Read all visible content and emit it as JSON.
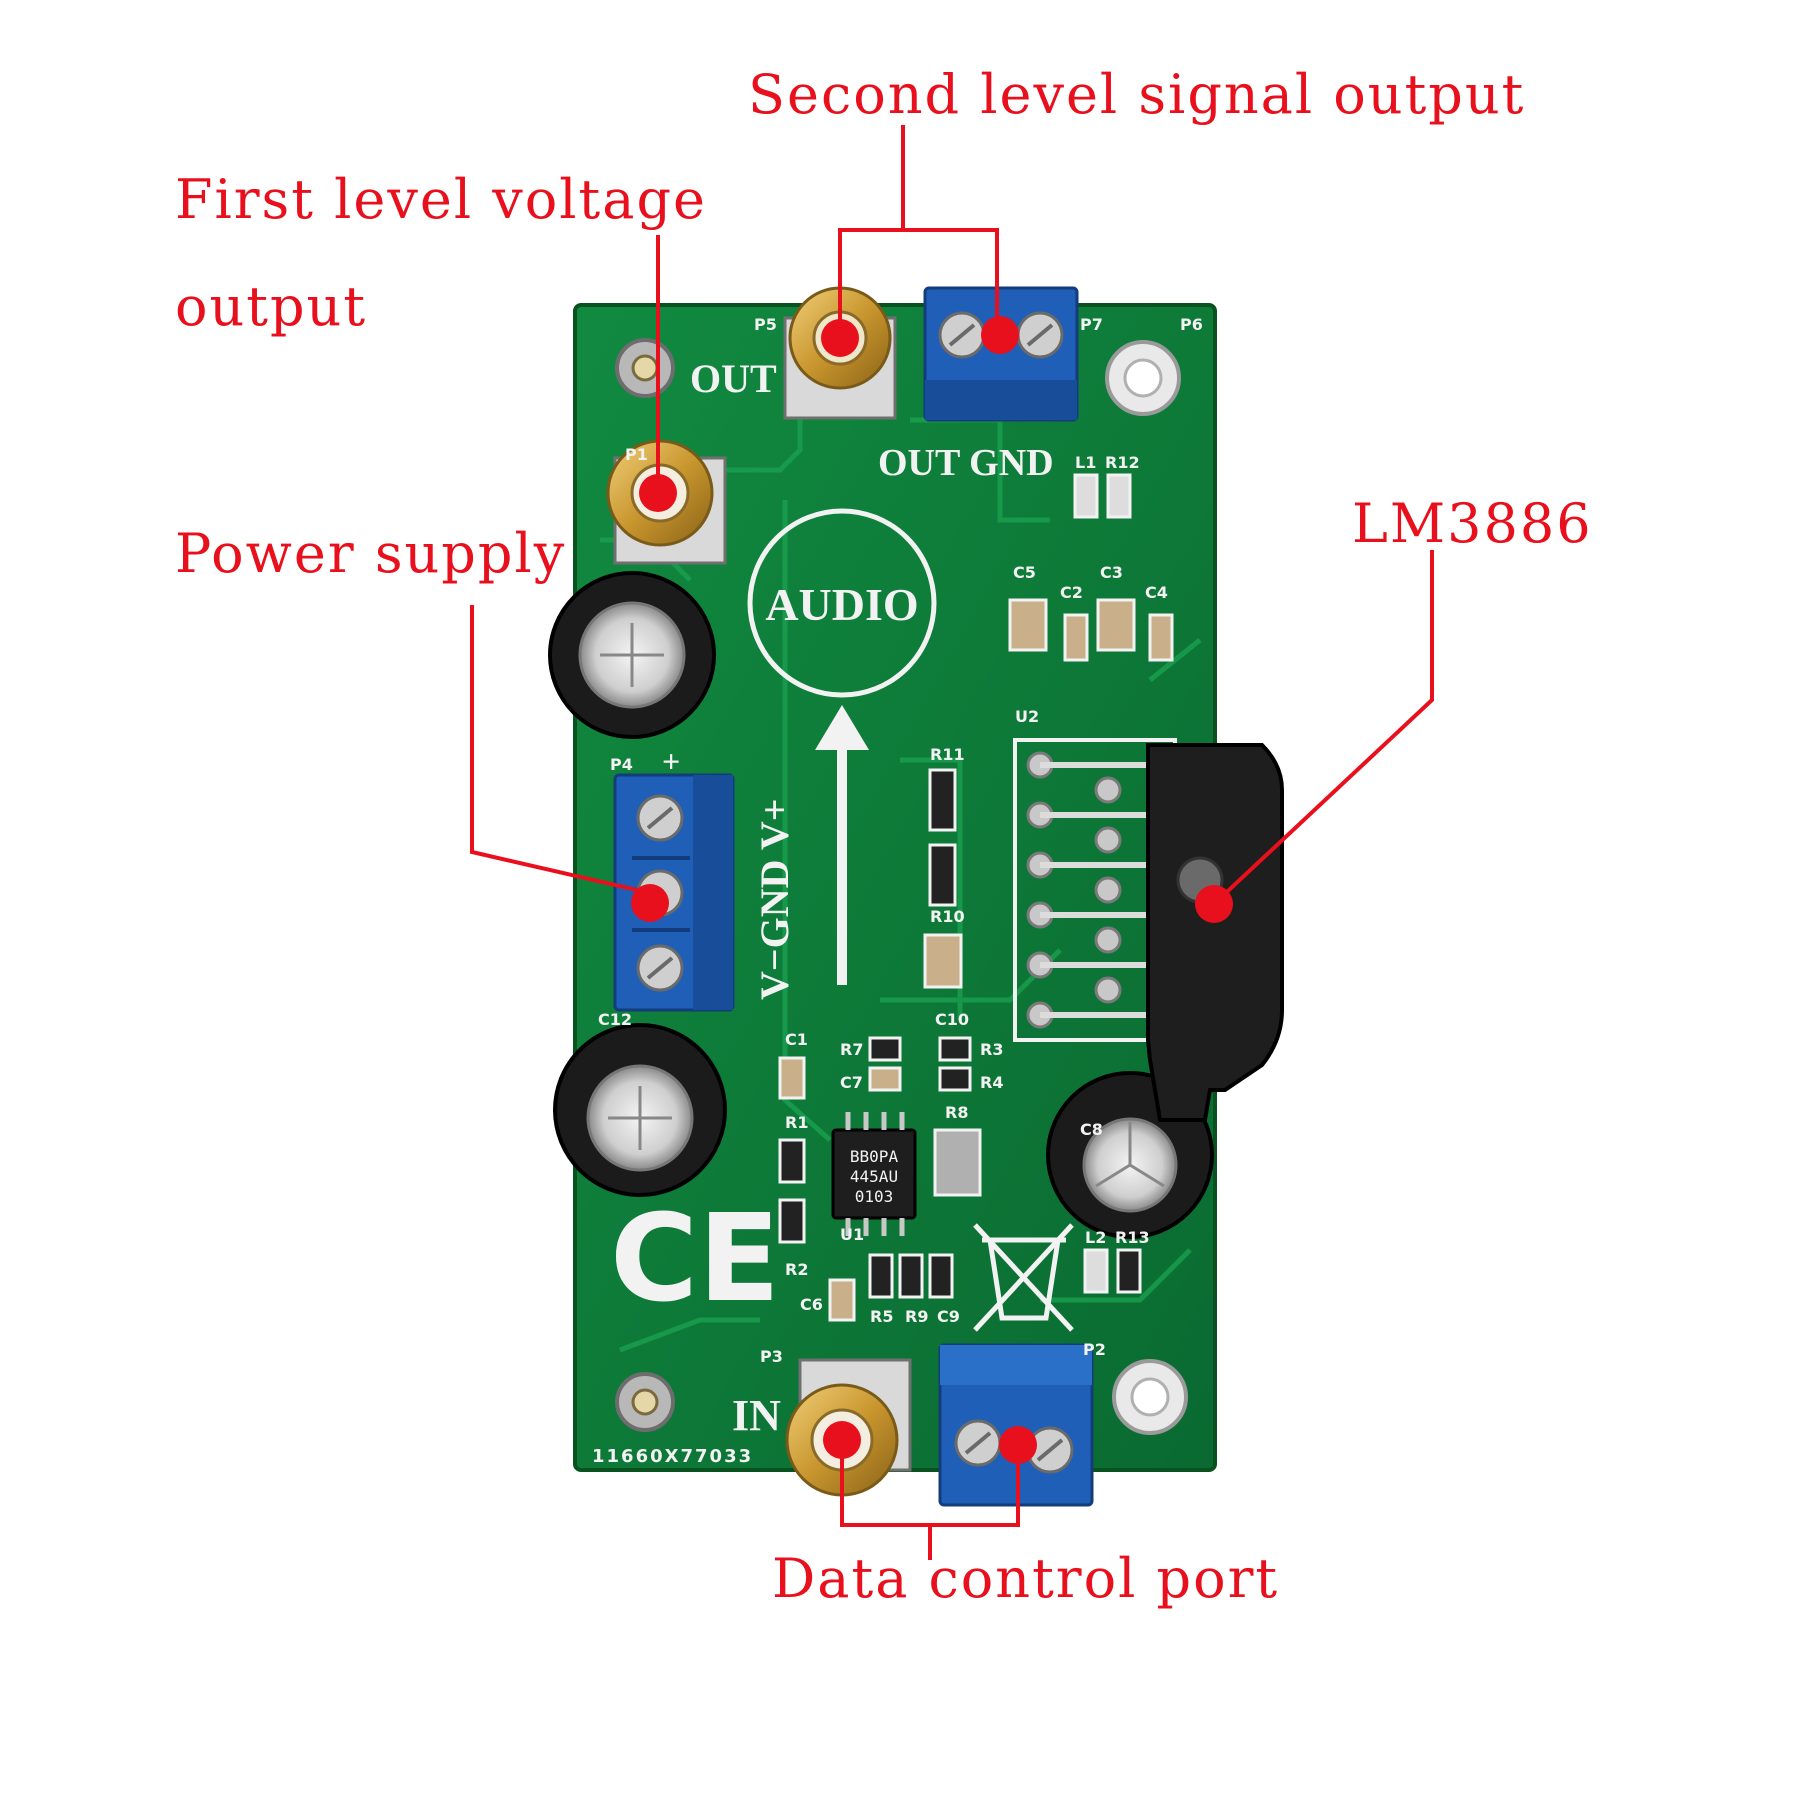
{
  "colors": {
    "callout": "#e8101c",
    "board": "#0e7d3a",
    "silkscreen": "#f2f2f2",
    "terminal": "#1f5fb8",
    "gold": "#c9962e",
    "chip": "#1e1e1e"
  },
  "callouts": {
    "second_level_output": "Second level signal output",
    "first_level_output_line1": "First level voltage",
    "first_level_output_line2": "output",
    "power_supply": "Power supply",
    "amplifier_ic": "LM3886",
    "data_control_port": "Data control port"
  },
  "board": {
    "audio_logo": "AUDIO",
    "ce_mark": "CE",
    "serial": "11660X77033",
    "label_out": "OUT",
    "label_in": "IN",
    "label_out_gnd": "OUT GND",
    "label_power": "V−GND V+",
    "label_plus": "+",
    "opamp_line1": "BB0PA",
    "opamp_line2": "445AU",
    "opamp_line3": "0103",
    "designators": {
      "p1": "P1",
      "p2": "P2",
      "p3": "P3",
      "p4": "P4",
      "p5": "P5",
      "p6": "P6",
      "p7": "P7",
      "u1": "U1",
      "u2": "U2",
      "c1": "C1",
      "c2": "C2",
      "c3": "C3",
      "c4": "C4",
      "c5": "C5",
      "c6": "C6",
      "c7": "C7",
      "c8": "C8",
      "c9": "C9",
      "c10": "C10",
      "c12": "C12",
      "r1": "R1",
      "r2": "R2",
      "r3": "R3",
      "r4": "R4",
      "r5": "R5",
      "r7": "R7",
      "r8": "R8",
      "r9": "R9",
      "r10": "R10",
      "r11": "R11",
      "r12": "R12",
      "r13": "R13",
      "l1": "L1",
      "l2": "L2"
    }
  }
}
